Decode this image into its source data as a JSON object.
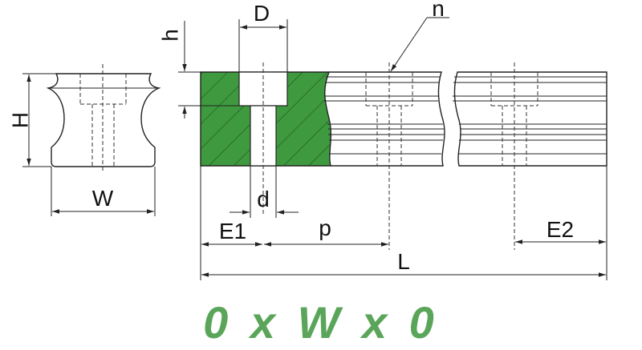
{
  "labels": {
    "H": "H",
    "W": "W",
    "h": "h",
    "D": "D",
    "n": "n",
    "d": "d",
    "E1": "E1",
    "p": "p",
    "E2": "E2",
    "L": "L"
  },
  "formula": "0 x W x 0",
  "colors": {
    "section_fill": "#3f9a3f",
    "formula_text": "#5aa55a",
    "line": "#222222"
  }
}
